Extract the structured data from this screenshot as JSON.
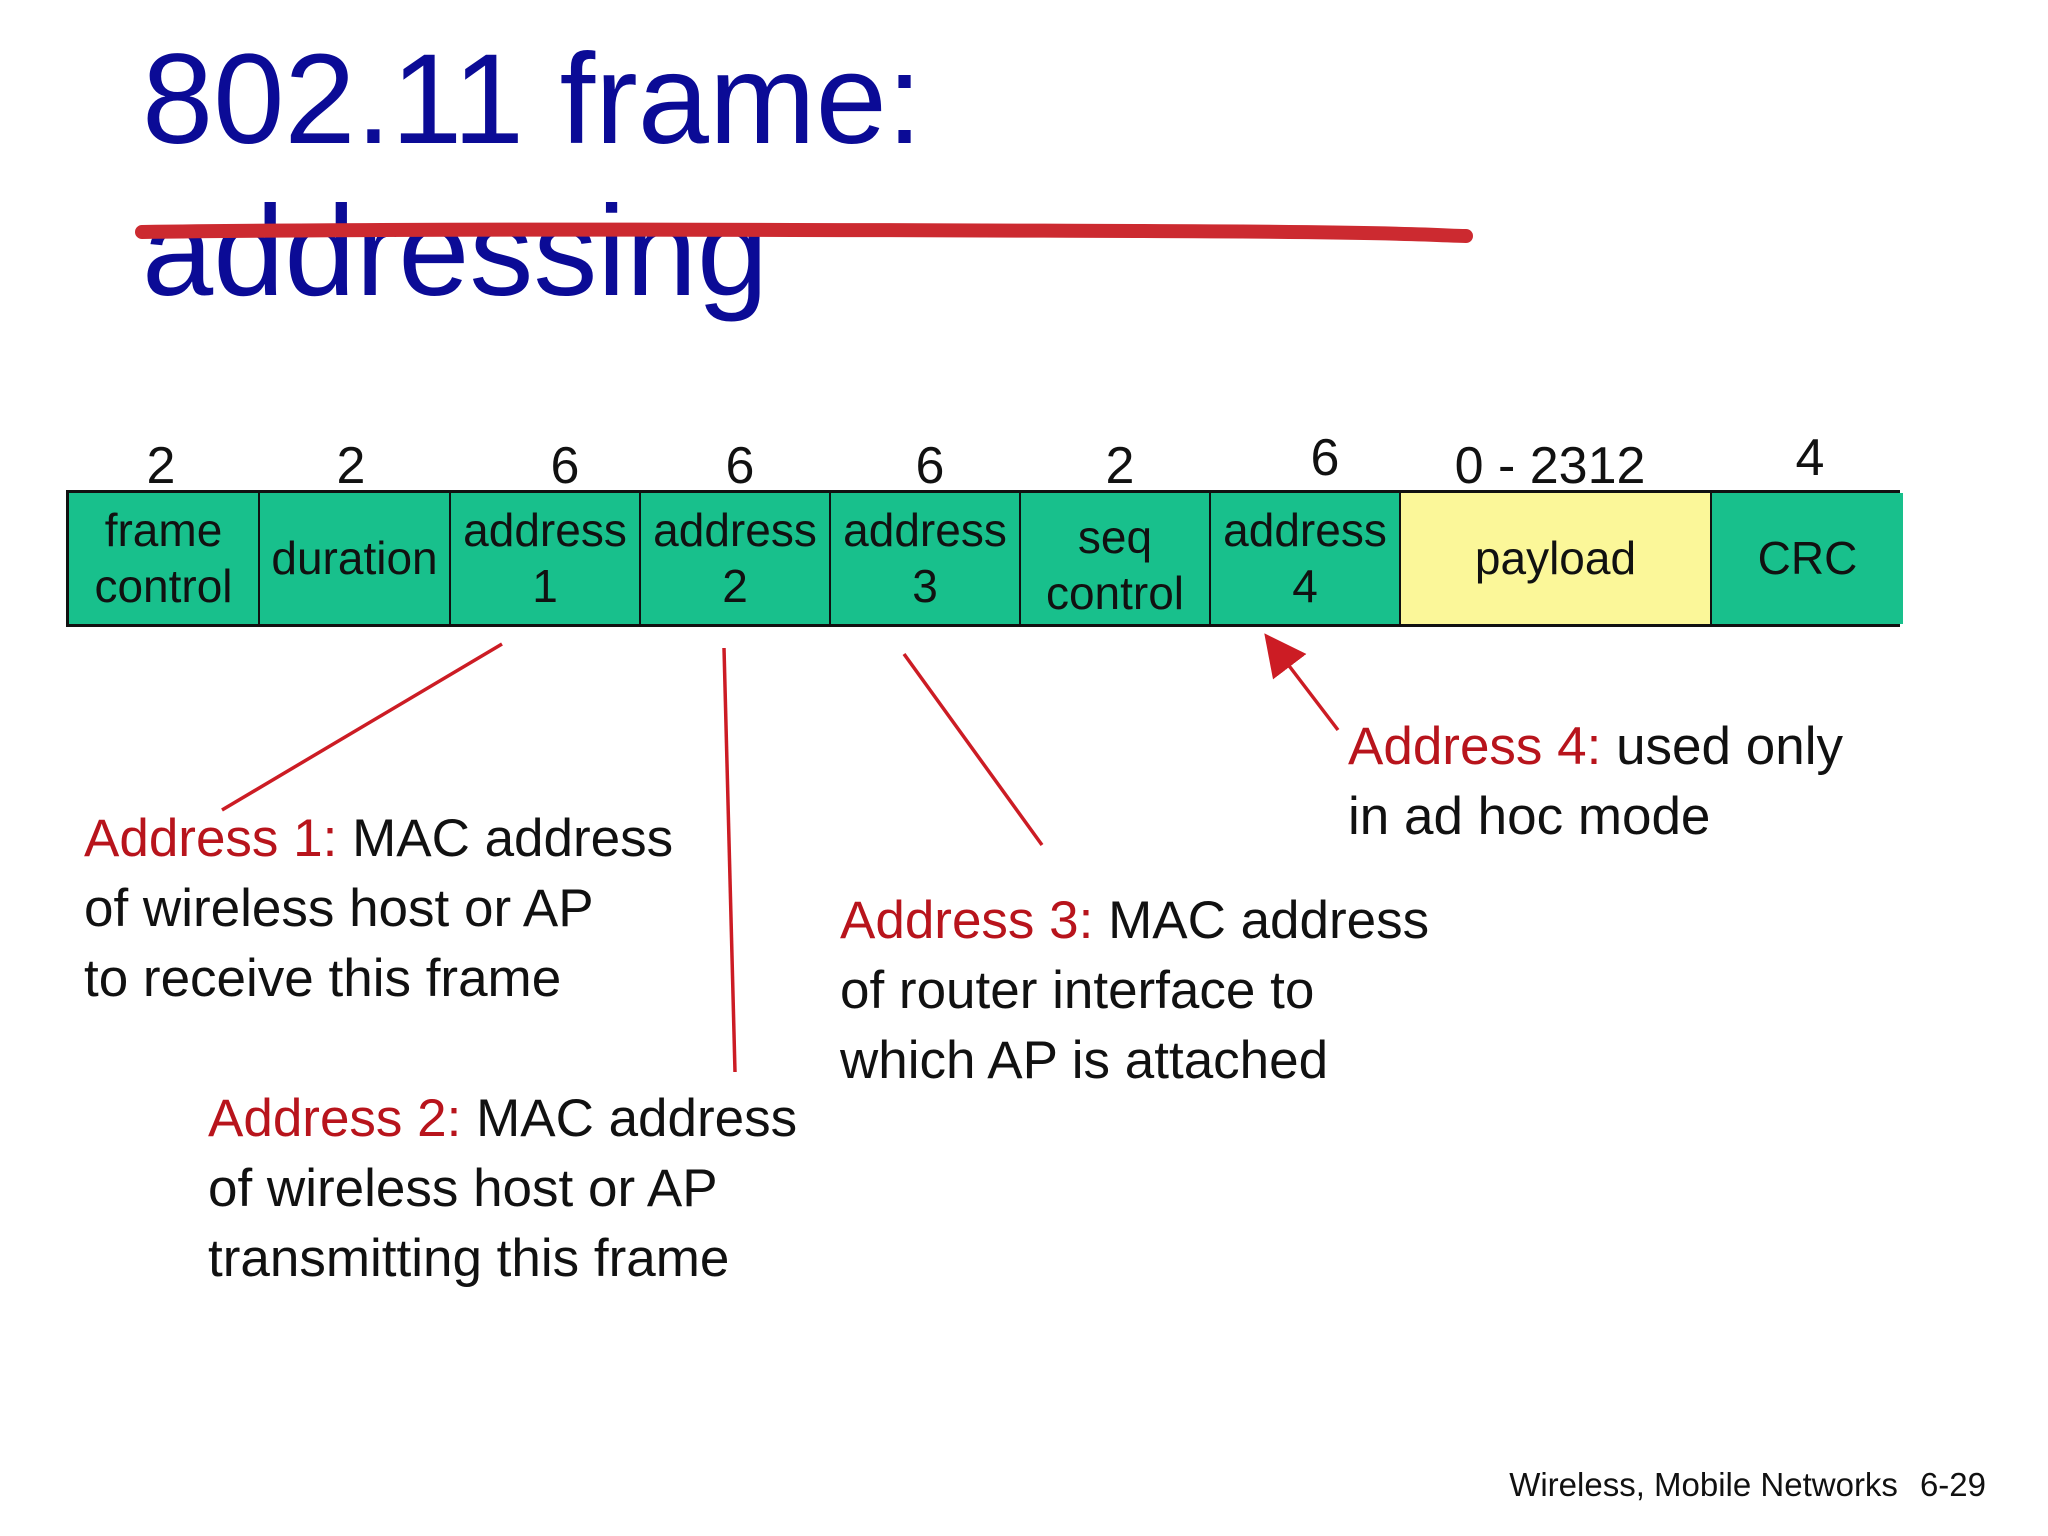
{
  "title": {
    "line1": "802.11 frame:",
    "line2": "addressing"
  },
  "colors": {
    "title": "#0b0b96",
    "strike": "#cc2a30",
    "field": "#18c08c",
    "payload": "#fbf799",
    "callout_label": "#b8141c"
  },
  "frame_fields": [
    {
      "bytes": "2",
      "label": "frame\ncontrol"
    },
    {
      "bytes": "2",
      "label": "duration"
    },
    {
      "bytes": "6",
      "label": "address\n1"
    },
    {
      "bytes": "6",
      "label": "address\n2"
    },
    {
      "bytes": "6",
      "label": "address\n3"
    },
    {
      "bytes": "2",
      "label": "seq\ncontrol"
    },
    {
      "bytes": "6",
      "label": "address\n4"
    },
    {
      "bytes": "0 - 2312",
      "label": "payload"
    },
    {
      "bytes": "4",
      "label": "CRC"
    }
  ],
  "callouts": {
    "address1": {
      "label": "Address 1:",
      "line1": " MAC address",
      "line2": "of wireless host or AP",
      "line3": "to receive this frame"
    },
    "address2": {
      "label": "Address 2:",
      "line1": " MAC address",
      "line2": "of wireless host or AP",
      "line3": "transmitting this frame"
    },
    "address3": {
      "label": "Address 3:",
      "line1": " MAC address",
      "line2": "of router interface to",
      "line3": "which AP is attached"
    },
    "address4": {
      "label": "Address 4:",
      "line1": " used only",
      "line2": "in ad hoc mode"
    }
  },
  "footer": {
    "section": "Wireless, Mobile Networks",
    "page": "6-29"
  }
}
